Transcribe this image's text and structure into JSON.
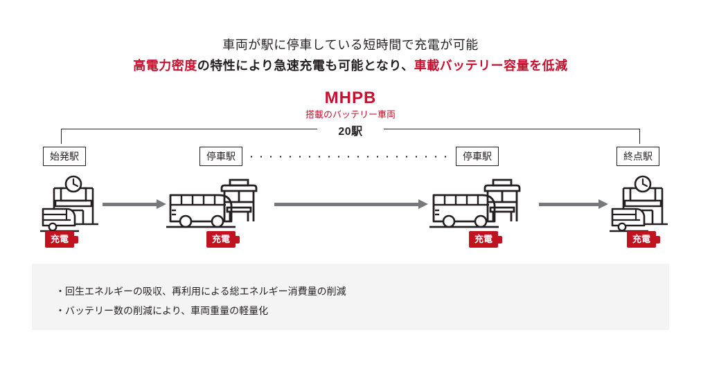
{
  "headline": {
    "line1": "車両が駅に停車している短時間で充電が可能",
    "line2_red": "高電力密度",
    "line2_mid": "の特性により急速充電も可能となり、",
    "line2_red2": "車載バッテリー容量を低減"
  },
  "product": {
    "name": "MHPB",
    "subtitle": "搭載のバッテリー車両"
  },
  "route": {
    "span_label": "20駅",
    "stations": [
      {
        "label": "始発駅",
        "icon": "station-building-clock-bus-icon",
        "badge": "充電"
      },
      {
        "label": "停車駅",
        "icon": "bus-and-busstop-shelter-icon",
        "badge": "充電"
      },
      {
        "label": "停車駅",
        "icon": "bus-and-busstop-shelter-icon",
        "badge": "充電"
      },
      {
        "label": "終点駅",
        "icon": "station-building-clock-bus-icon",
        "badge": "充電"
      }
    ]
  },
  "notes": [
    "・回生エネルギーの吸収、再利用による総エネルギー消費量の削減",
    "・バッテリー数の削減により、車両重量の軽量化"
  ],
  "colors": {
    "accent_red": "#c8102e",
    "badge_red": "#c1121f",
    "arrow_gray": "#77787b",
    "ink": "#231f20",
    "panel_bg": "#f4f4f4"
  }
}
